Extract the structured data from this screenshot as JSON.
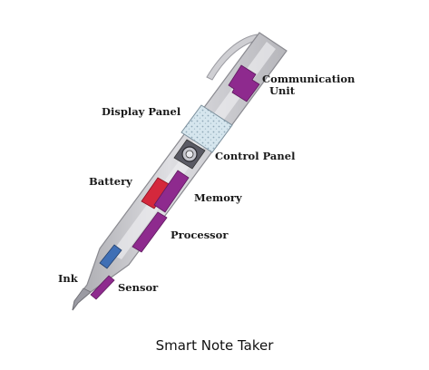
{
  "labels": {
    "communication": "Communication",
    "unit": "Unit",
    "display_panel": "Display Panel",
    "control_panel": "Control Panel",
    "battery": "Battery",
    "memory": "Memory",
    "processor": "Processor",
    "ink": "Ink",
    "sensor": "Sensor"
  },
  "caption": "Smart Note Taker",
  "colors": {
    "pen_body": "#c9c9cd",
    "pen_outline": "#8a8a90",
    "component_purple": "#8e2a8e",
    "battery_red": "#d4283c",
    "ink_blue": "#3f6fb5",
    "display_panel": "#cfe0e8"
  }
}
